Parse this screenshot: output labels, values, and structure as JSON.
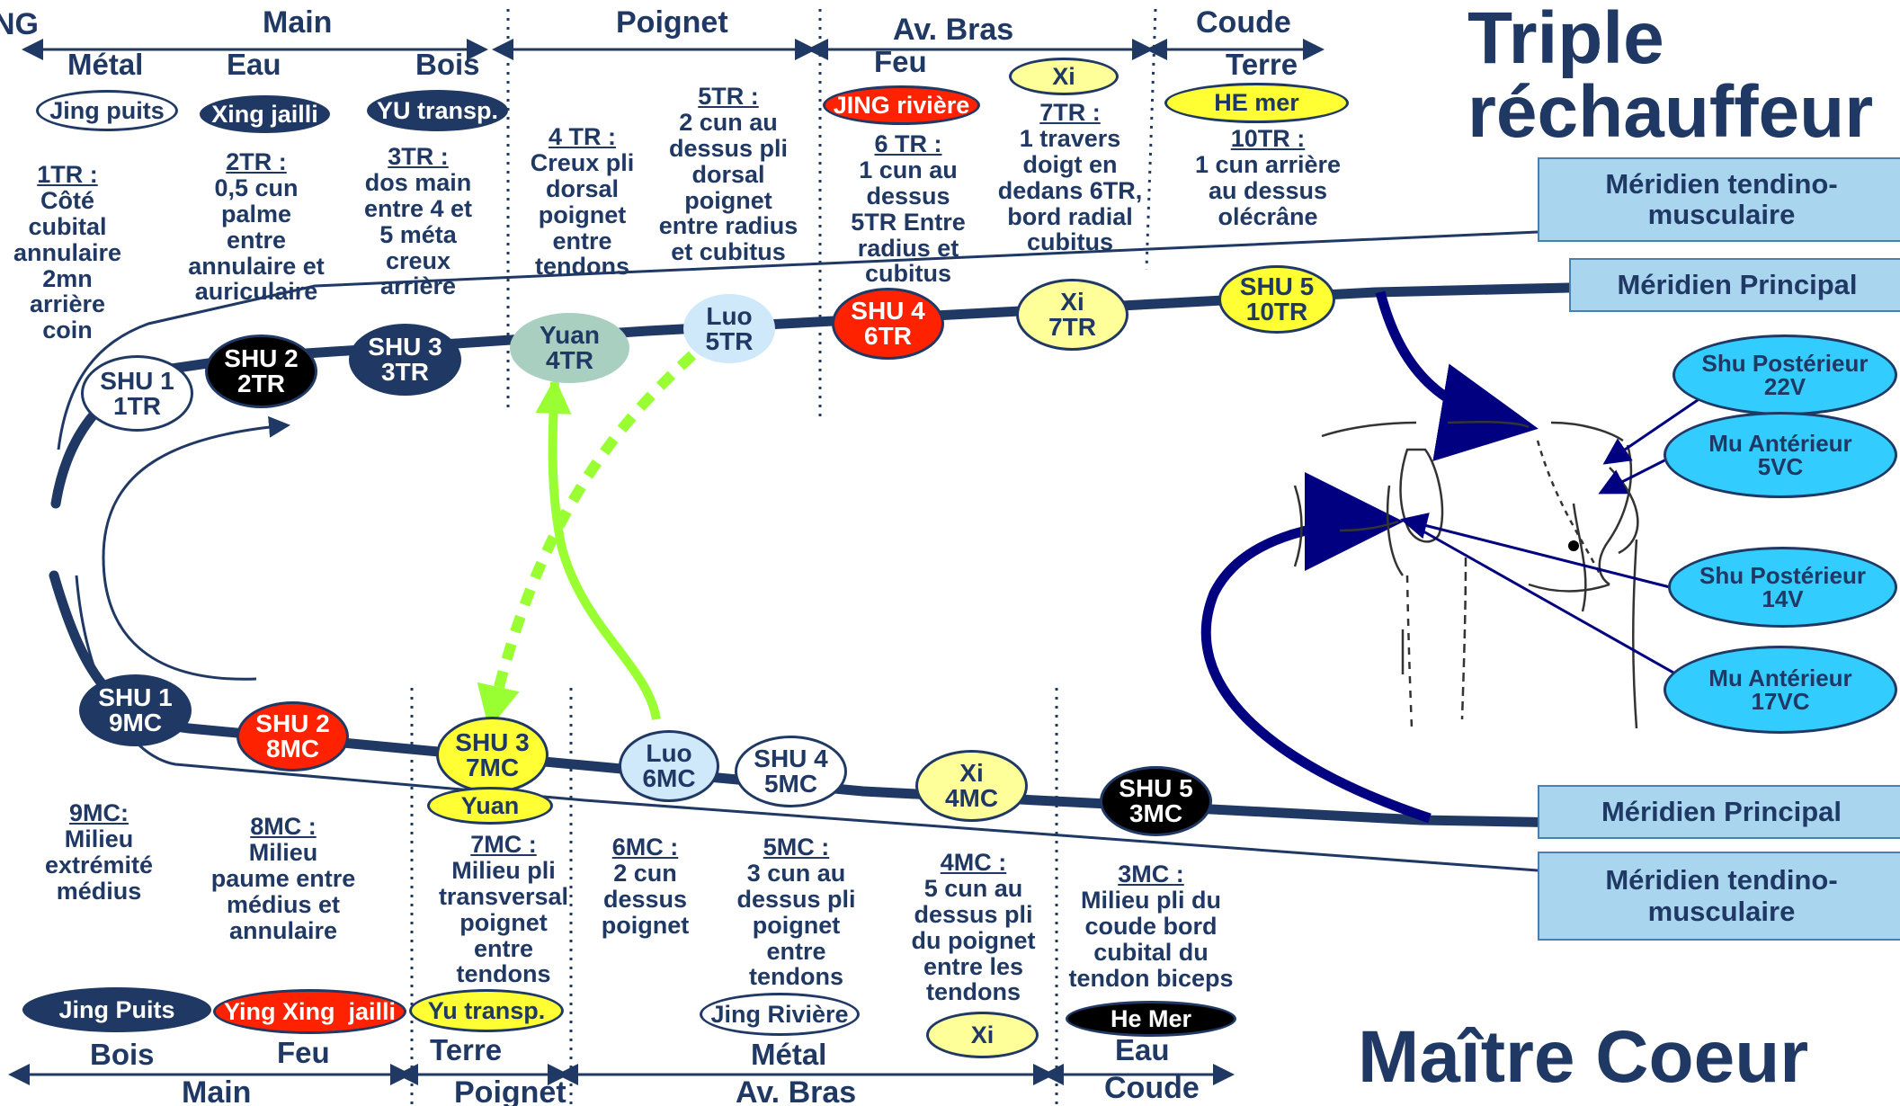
{
  "title_tr": "Triple réchauffeur",
  "title_tr_lines": [
    "Triple",
    "réchauffeur"
  ],
  "title_mc": "Maître Coeur",
  "colors": {
    "navy": "#1f3864",
    "black": "#000000",
    "red": "#ff2200",
    "yellow": "#ffff66",
    "teal_gray": "#a8cfc0",
    "light_blue": "#cfe8fa",
    "cyan": "#33ccff",
    "box_blue": "#a9d6ee",
    "green": "#99ff33"
  },
  "top": {
    "headers": {
      "main": "Main",
      "poignet": "Poignet",
      "av_bras": "Av. Bras",
      "coude": "Coude",
      "cut": "NG"
    },
    "elements": {
      "metal": "Métal",
      "eau": "Eau",
      "bois": "Bois",
      "feu": "Feu",
      "terre": "Terre"
    },
    "labels": {
      "jing": "Jing puits",
      "xing": "Xing jailli",
      "yu": "YU transp.",
      "jing_riviere": "JING rivière",
      "xi": "Xi",
      "he": "HE mer"
    },
    "descriptions": {
      "tr1": {
        "head": "1TR :",
        "body": [
          "Côté",
          "cubital",
          "annulaire",
          "2mn",
          "arrière",
          "coin"
        ]
      },
      "tr2": {
        "head": "2TR :",
        "body": [
          "0,5 cun",
          "palme",
          "entre",
          "annulaire et",
          "auriculaire"
        ]
      },
      "tr3": {
        "head": "3TR :",
        "body": [
          "dos main",
          "entre 4 et",
          "5 méta",
          "creux",
          "arrière"
        ]
      },
      "tr4": {
        "head": "4 TR :",
        "body": [
          "Creux pli",
          "dorsal",
          "poignet",
          "entre",
          "tendons"
        ]
      },
      "tr5": {
        "head": "5TR :",
        "body": [
          "2 cun au",
          "dessus pli",
          "dorsal",
          "poignet",
          "entre radius",
          "et cubitus"
        ]
      },
      "tr6": {
        "head": "6 TR :",
        "body": [
          "1 cun au",
          "dessus",
          "5TR Entre",
          "radius et",
          "cubitus"
        ]
      },
      "tr7": {
        "head": "7TR :",
        "body": [
          "1 travers",
          "doigt en",
          "dedans 6TR,",
          "bord radial",
          "cubitus"
        ]
      },
      "tr10": {
        "head": "10TR :",
        "body": [
          "1 cun arrière",
          "au dessus",
          "olécrâne"
        ]
      }
    },
    "points": {
      "shu1": [
        "SHU 1",
        "1TR"
      ],
      "shu2": [
        "SHU 2",
        "2TR"
      ],
      "shu3": [
        "SHU 3",
        "3TR"
      ],
      "yuan": [
        "Yuan",
        "4TR"
      ],
      "luo": [
        "Luo",
        "5TR"
      ],
      "shu4": [
        "SHU 4",
        "6TR"
      ],
      "xi": [
        "Xi",
        "7TR"
      ],
      "shu5": [
        "SHU 5",
        "10TR"
      ]
    }
  },
  "bottom": {
    "headers": {
      "main": "Main",
      "poignet": "Poignet",
      "av_bras": "Av. Bras",
      "coude": "Coude"
    },
    "elements": {
      "bois": "Bois",
      "feu": "Feu",
      "terre": "Terre",
      "metal": "Métal",
      "eau": "Eau"
    },
    "labels": {
      "jing": "Jing Puits",
      "ying": "Ying Xing  jailli",
      "yu": "Yu transp.",
      "jing_riviere": "Jing Rivière",
      "xi": "Xi",
      "he": "He Mer",
      "yuan": "Yuan"
    },
    "descriptions": {
      "mc9": {
        "head": "9MC:",
        "body": [
          "Milieu",
          "extrémité",
          "médius"
        ]
      },
      "mc8": {
        "head": "8MC :",
        "body": [
          "Milieu",
          "paume entre",
          "médius et",
          "annulaire"
        ]
      },
      "mc7": {
        "head": "7MC :",
        "body": [
          "Milieu pli",
          "transversal",
          "poignet",
          "entre",
          "tendons"
        ]
      },
      "mc6": {
        "head": "6MC :",
        "body": [
          "2 cun",
          "dessus",
          "poignet"
        ]
      },
      "mc5": {
        "head": "5MC :",
        "body": [
          "3 cun au",
          "dessus pli",
          "poignet",
          "entre",
          "tendons"
        ]
      },
      "mc4": {
        "head": "4MC :",
        "body": [
          "5 cun au",
          "dessus pli",
          "du poignet",
          "entre les",
          "tendons"
        ]
      },
      "mc3": {
        "head": "3MC :",
        "body": [
          "Milieu pli du",
          "coude bord",
          "cubital du",
          "tendon biceps"
        ]
      }
    },
    "points": {
      "shu1": [
        "SHU 1",
        "9MC"
      ],
      "shu2": [
        "SHU 2",
        "8MC"
      ],
      "shu3": [
        "SHU 3",
        "7MC"
      ],
      "luo": [
        "Luo",
        "6MC"
      ],
      "shu4": [
        "SHU 4",
        "5MC"
      ],
      "xi": [
        "Xi",
        "4MC"
      ],
      "shu5": [
        "SHU 5",
        "3MC"
      ]
    }
  },
  "right_boxes": {
    "tendino_top": [
      "Méridien tendino-",
      "musculaire"
    ],
    "principal_top": "Méridien Principal",
    "principal_bottom": "Méridien Principal",
    "tendino_bottom": [
      "Méridien tendino-",
      "musculaire"
    ]
  },
  "body_points": {
    "shu_post_22v": [
      "Shu Postérieur",
      "22V"
    ],
    "mu_ant_5vc": [
      "Mu Antérieur",
      "5VC"
    ],
    "shu_post_14v": [
      "Shu Postérieur",
      "14V"
    ],
    "mu_ant_17vc": [
      "Mu Antérieur",
      "17VC"
    ]
  }
}
